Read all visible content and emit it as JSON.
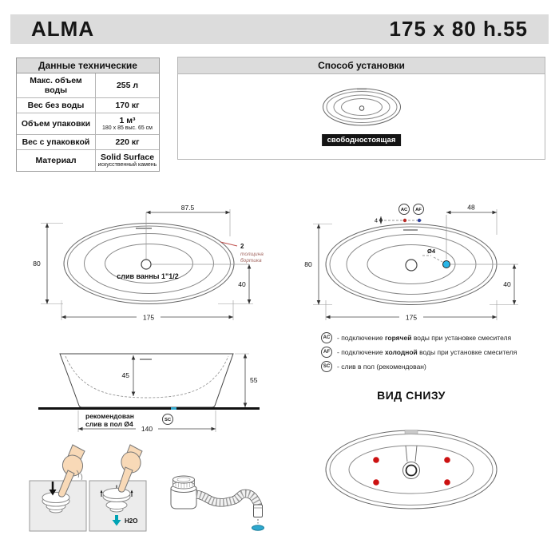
{
  "header": {
    "model": "ALMA",
    "size": "175 x 80 h.55"
  },
  "tech_table": {
    "title": "Данные технические",
    "rows": [
      {
        "label": "Макс. объем воды",
        "value": "255 л",
        "sub": ""
      },
      {
        "label": "Вес без воды",
        "value": "170 кг",
        "sub": ""
      },
      {
        "label": "Объем упаковки",
        "value": "1 м³",
        "sub": "180 x 85 выс. 65 см"
      },
      {
        "label": "Вес с упаковкой",
        "value": "220 кг",
        "sub": ""
      },
      {
        "label": "Материал",
        "value": "Solid Surface",
        "sub": "искусственный камень"
      }
    ]
  },
  "installation": {
    "title": "Способ установки",
    "type": "свободностоящая"
  },
  "top_view_left": {
    "half_width": "87.5",
    "height": "80",
    "drain_to_edge": "40",
    "length": "175",
    "rim_thickness": "2",
    "rim_note1": "толщина",
    "rim_note2": "бортика",
    "drain_label": "слив ванны 1\"1/2"
  },
  "top_view_right": {
    "height": "80",
    "length": "175",
    "hole_to_edge": "40",
    "hole_offset": "48",
    "faucet_offset": "4",
    "hole_dia": "Ø4",
    "ac": "AC",
    "af": "AF"
  },
  "legend": [
    {
      "badge": "AC",
      "pre": "- подключение ",
      "bold": "горячей",
      "post": " воды при установке смесителя"
    },
    {
      "badge": "AF",
      "pre": "- подключение ",
      "bold": "холодной",
      "post": " воды при установке смесителя"
    },
    {
      "badge": "SC",
      "pre": "- слив в пол (рекомендован)",
      "bold": "",
      "post": ""
    }
  ],
  "bottom_view": {
    "title": "ВИД СНИЗУ"
  },
  "side_view": {
    "depth": "45",
    "height": "55",
    "base": "140",
    "sc": "SC",
    "note1": "рекомендован",
    "note2": "слив в пол Ø4"
  },
  "icons": {
    "h2o": "H2O"
  },
  "colors": {
    "header_bg": "#dcdcdc",
    "accent_red": "#cc1111",
    "accent_cyan": "#29b6e8",
    "accent_teal": "#00a3b4"
  }
}
